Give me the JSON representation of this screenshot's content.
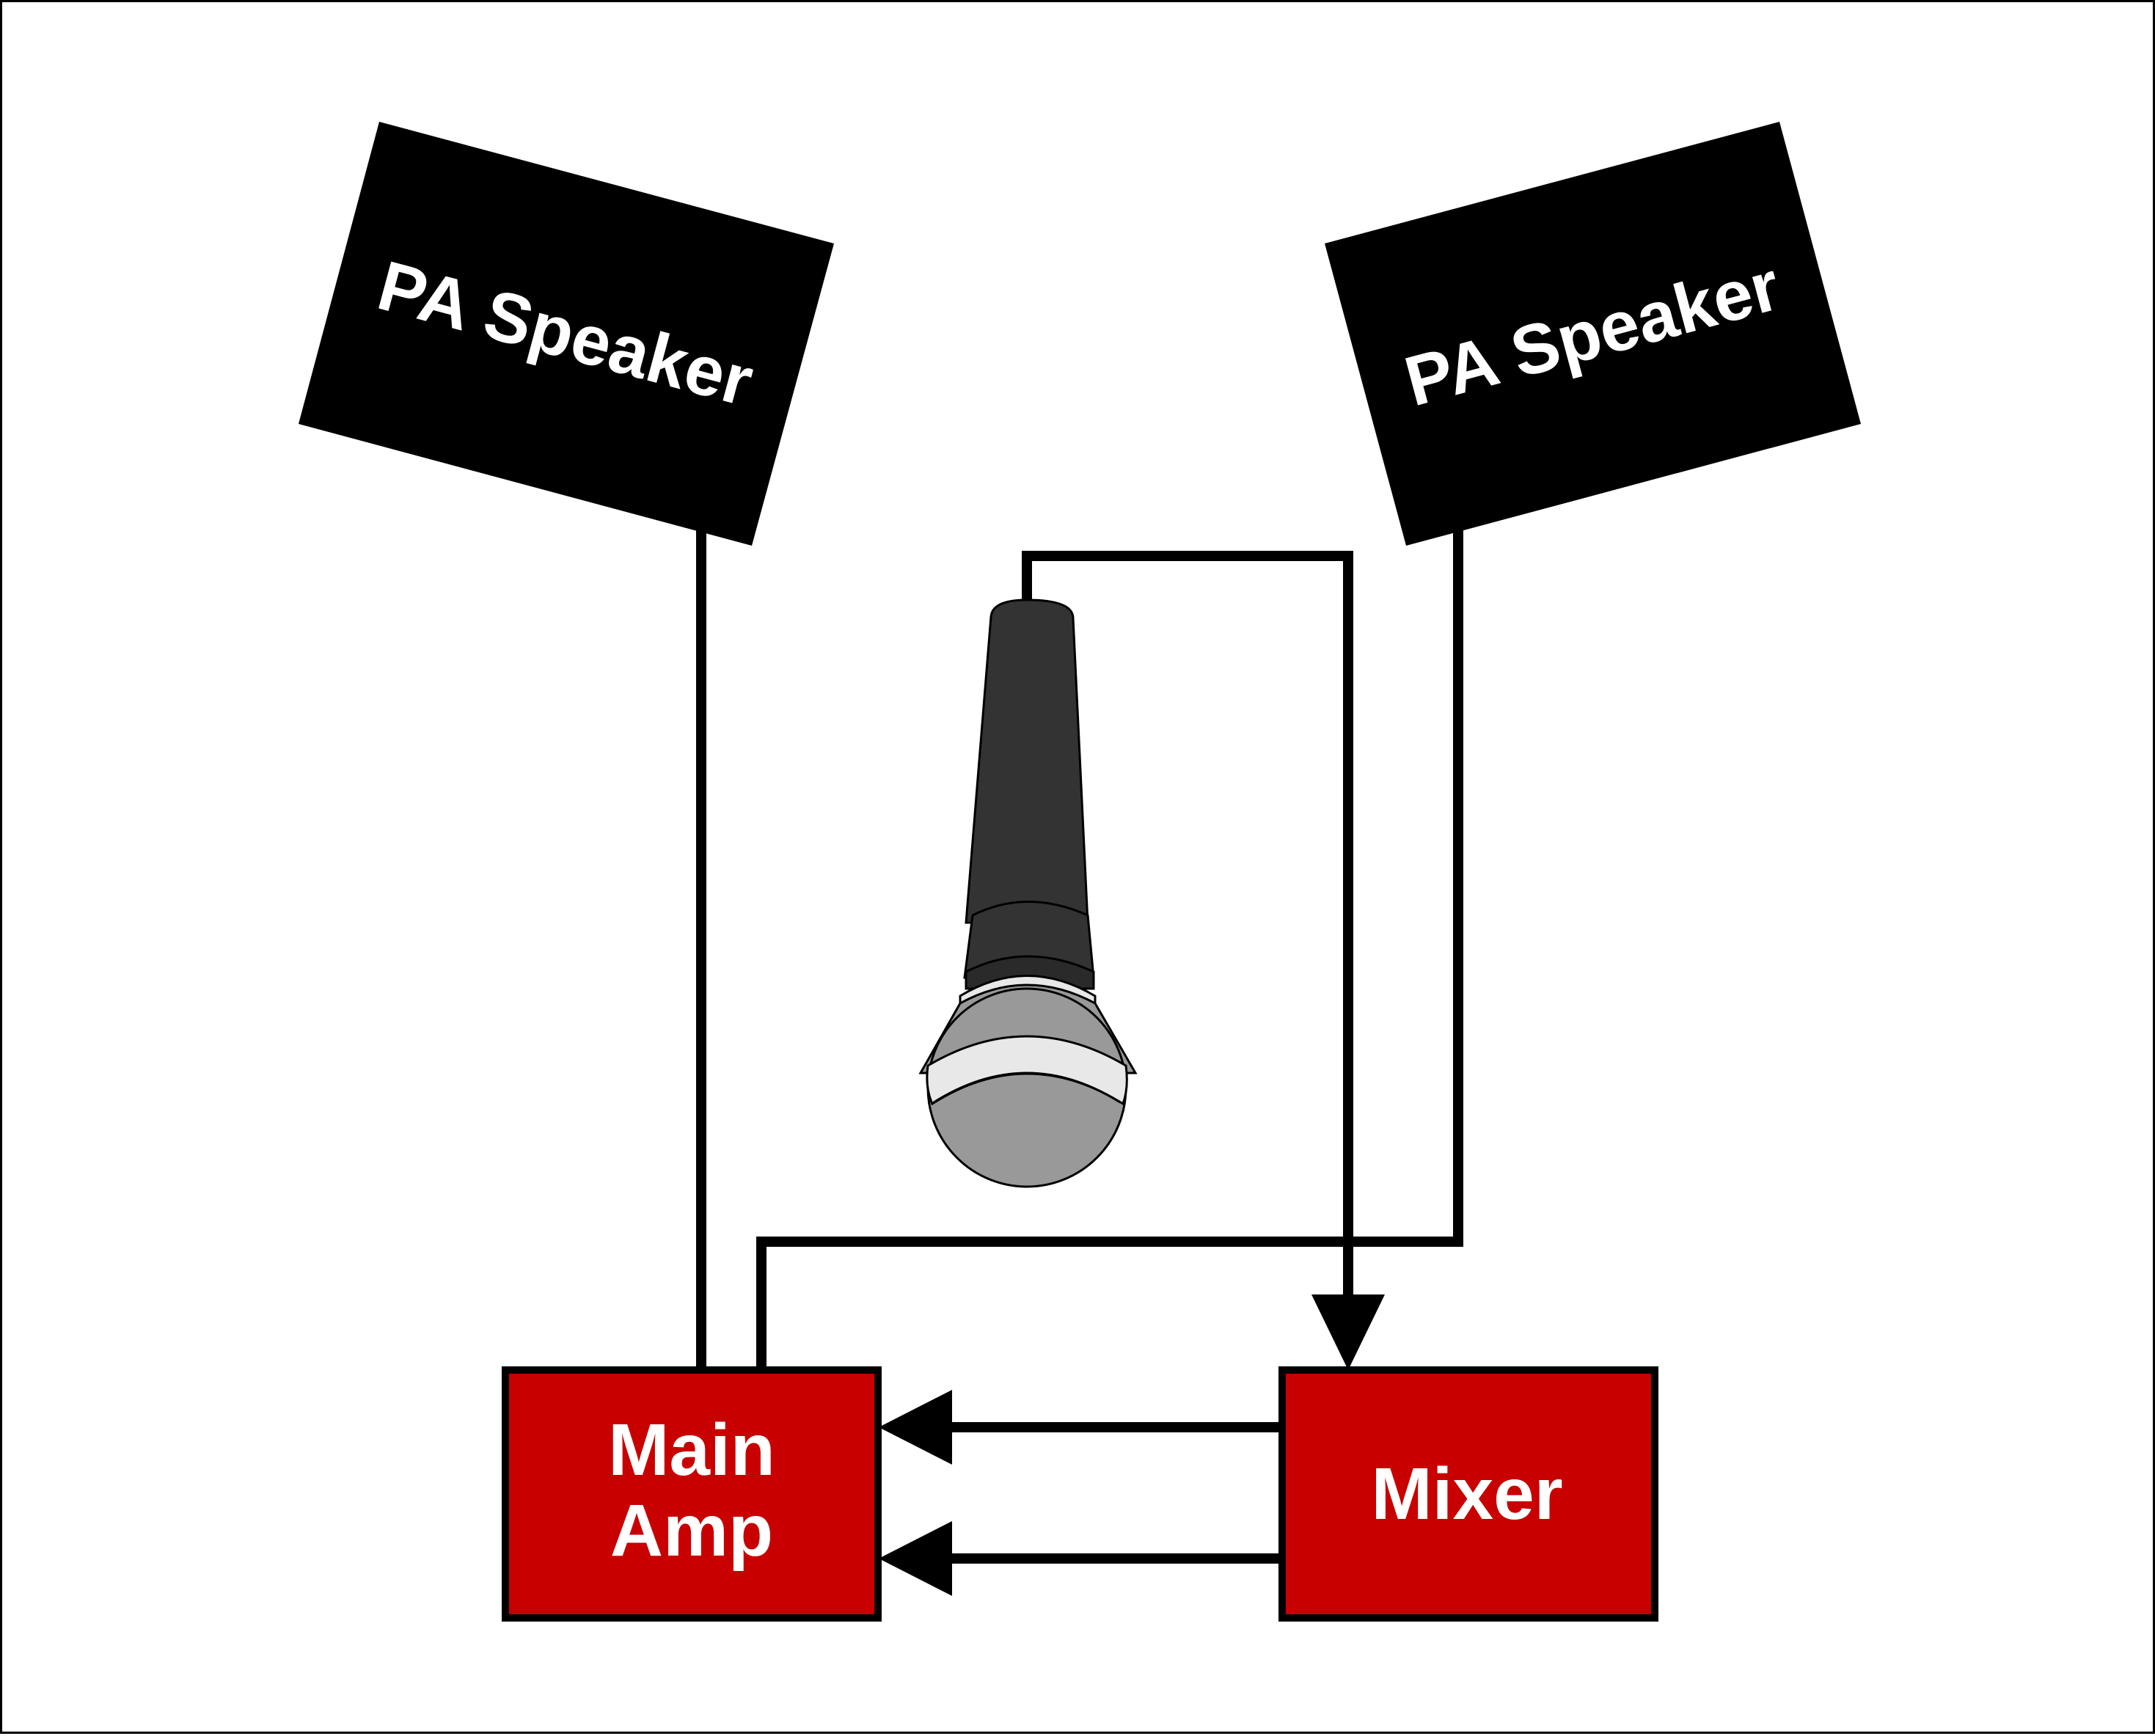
{
  "diagram": {
    "speakers": [
      {
        "label": "PA Speaker"
      },
      {
        "label": "PA Speaker"
      }
    ],
    "main_amp": {
      "line1": "Main",
      "line2": "Amp"
    },
    "mixer": {
      "label": "Mixer"
    },
    "microphone": {
      "icon": "microphone-icon"
    }
  },
  "colors": {
    "speaker_fill": "#000000",
    "box_fill": "#c80000",
    "line": "#000000",
    "mic_body": "#333333",
    "mic_head": "#999999",
    "mic_ring": "#e8e8e8",
    "label_text": "#ffffff"
  }
}
